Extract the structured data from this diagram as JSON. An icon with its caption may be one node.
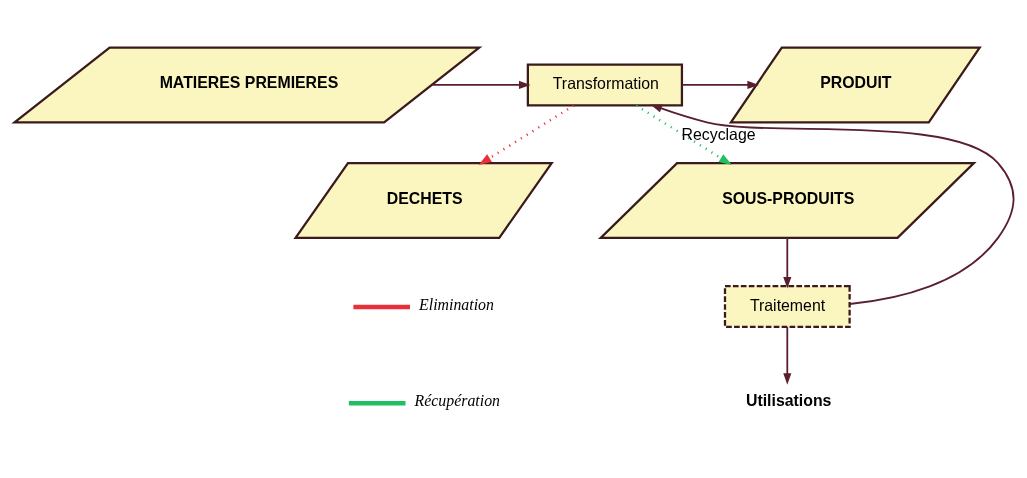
{
  "diagram": {
    "nodes": [
      {
        "text": [
          "MATIERES PREMIERES"
        ]
      },
      {
        "text": [
          "Transformation"
        ]
      },
      {
        "text": [
          "PRODUIT"
        ]
      },
      {
        "text": [
          "DECHETS"
        ]
      },
      {
        "text": [
          "SOUS-PRODUITS"
        ]
      },
      {
        "text": [
          "Traitement"
        ]
      },
      {
        "text": [
          "Utilisations"
        ]
      }
    ],
    "edges": [
      {
        "from": 0,
        "to": 1,
        "arrow": "to"
      },
      {
        "from": 1,
        "to": 2,
        "arrow": "to"
      },
      {
        "from": 1,
        "to": 3,
        "arrow": "to",
        "style": "dashed",
        "color": "#e8303a"
      },
      {
        "from": 1,
        "to": 4,
        "arrow": "to",
        "style": "dashed",
        "color": "#20c060"
      },
      {
        "from": 4,
        "to": 5,
        "arrow": "to"
      },
      {
        "from": 5,
        "to": 6,
        "arrow": "to"
      },
      {
        "from": 5,
        "to": 1,
        "arrow": "to",
        "label": "Recyclage"
      }
    ],
    "legend": [
      {
        "text": "Elimination",
        "color": "#e8303a"
      },
      {
        "text": "Récupération",
        "color": "#20c060"
      }
    ]
  }
}
